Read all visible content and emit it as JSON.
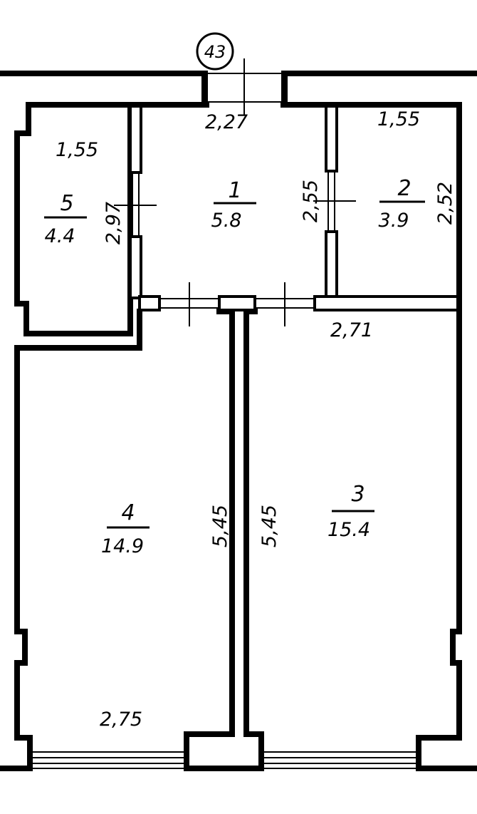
{
  "apartment_number": "43",
  "rooms": [
    {
      "number": "1",
      "area": "5.8"
    },
    {
      "number": "2",
      "area": "3.9"
    },
    {
      "number": "3",
      "area": "15.4"
    },
    {
      "number": "4",
      "area": "14.9"
    },
    {
      "number": "5",
      "area": "4.4"
    }
  ],
  "dimensions": {
    "hall_top_width": "2,27",
    "hall_left_height": "2,97",
    "hall_right_height": "2,55",
    "room2_top_width": "1,55",
    "room2_right_height": "2,52",
    "room5_top_width": "1,55",
    "room3_top_width": "2,71",
    "room4_right_height": "5,45",
    "room3_left_height": "5,45",
    "room4_bottom_width": "2,75"
  }
}
